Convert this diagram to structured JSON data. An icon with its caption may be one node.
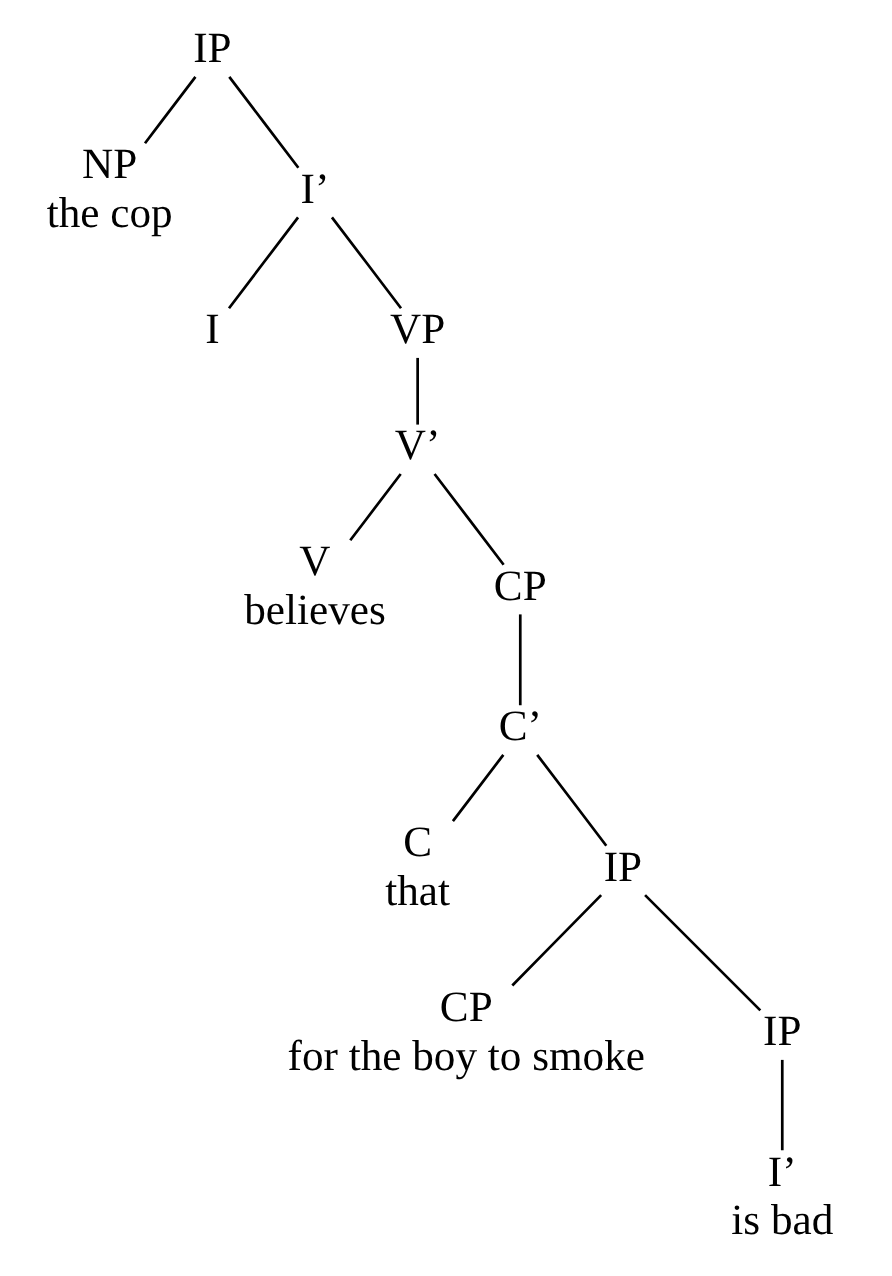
{
  "diagram": {
    "nodes": [
      {
        "text": [
          "IP"
        ]
      },
      {
        "text": [
          "NP",
          "the cop"
        ]
      },
      {
        "text": [
          "I’"
        ]
      },
      {
        "text": [
          "I"
        ]
      },
      {
        "text": [
          "VP"
        ]
      },
      {
        "text": [
          "V’"
        ]
      },
      {
        "text": [
          "V",
          "believes"
        ]
      },
      {
        "text": [
          "CP"
        ]
      },
      {
        "text": [
          "C’"
        ]
      },
      {
        "text": [
          "C",
          "that"
        ]
      },
      {
        "text": [
          "IP"
        ]
      },
      {
        "text": [
          "CP",
          "for the boy to smoke"
        ]
      },
      {
        "text": [
          "IP"
        ]
      },
      {
        "text": [
          "I’",
          "is bad"
        ]
      }
    ],
    "edges": [
      {
        "from": 0,
        "to": 1,
        "arrow": "none"
      },
      {
        "from": 0,
        "to": 2,
        "arrow": "none"
      },
      {
        "from": 2,
        "to": 3,
        "arrow": "none"
      },
      {
        "from": 2,
        "to": 4,
        "arrow": "none"
      },
      {
        "from": 4,
        "to": 5,
        "arrow": "none"
      },
      {
        "from": 5,
        "to": 6,
        "arrow": "none"
      },
      {
        "from": 5,
        "to": 7,
        "arrow": "none"
      },
      {
        "from": 7,
        "to": 8,
        "arrow": "none"
      },
      {
        "from": 8,
        "to": 9,
        "arrow": "none"
      },
      {
        "from": 8,
        "to": 10,
        "arrow": "none"
      },
      {
        "from": 10,
        "to": 11,
        "arrow": "none"
      },
      {
        "from": 10,
        "to": 12,
        "arrow": "none"
      },
      {
        "from": 12,
        "to": 13,
        "arrow": "none"
      }
    ]
  }
}
